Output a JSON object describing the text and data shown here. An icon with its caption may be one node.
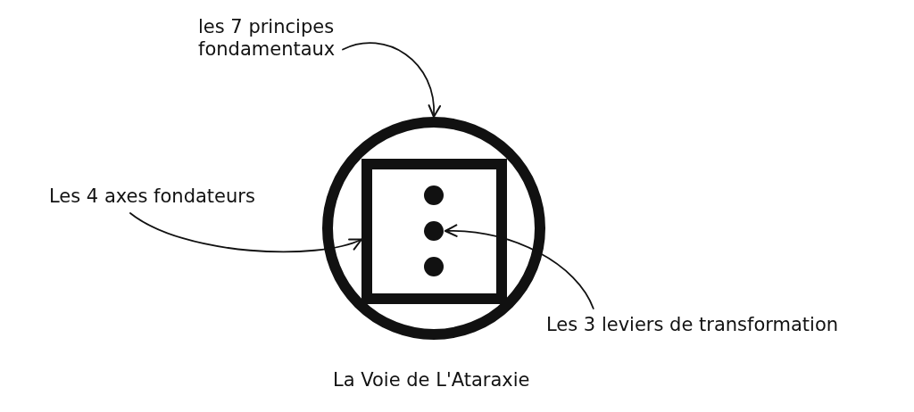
{
  "diagram": {
    "caption": "La Voie de L'Ataraxie",
    "nodes": [
      {
        "text": [
          "les 7 principes fondamentaux"
        ]
      },
      {
        "text": [],
        "shape": "circle"
      },
      {
        "text": [],
        "shape": "box",
        "in": 1
      },
      {
        "text": [],
        "shape": "dot",
        "in": 2
      },
      {
        "text": [],
        "shape": "dot",
        "in": 2
      },
      {
        "text": [],
        "shape": "dot",
        "in": 2
      },
      {
        "text": [
          "Les 4 axes fondateurs"
        ]
      },
      {
        "text": [
          "Les 3 leviers de transformation"
        ]
      }
    ],
    "edges": [
      {
        "from": 0,
        "to": 1,
        "arrow": "to"
      },
      {
        "from": 6,
        "to": 2,
        "arrow": "to"
      },
      {
        "from": 7,
        "to": 4,
        "arrow": "to"
      }
    ]
  }
}
